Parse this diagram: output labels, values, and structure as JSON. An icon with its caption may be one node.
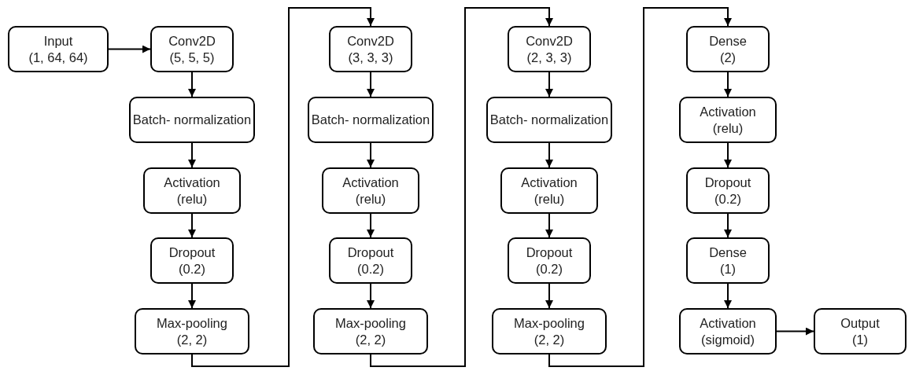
{
  "diagram": {
    "nodes": [
      {
        "text": [
          "Input",
          "(1, 64, 64)"
        ]
      },
      {
        "text": [
          "Conv2D",
          "(5, 5, 5)"
        ]
      },
      {
        "text": [
          "Batch- normalization"
        ]
      },
      {
        "text": [
          "Activation",
          "(relu)"
        ]
      },
      {
        "text": [
          "Dropout",
          "(0.2)"
        ]
      },
      {
        "text": [
          "Max-pooling",
          "(2, 2)"
        ]
      },
      {
        "text": [
          "Conv2D",
          "(3, 3, 3)"
        ]
      },
      {
        "text": [
          "Batch- normalization"
        ]
      },
      {
        "text": [
          "Activation",
          "(relu)"
        ]
      },
      {
        "text": [
          "Dropout",
          "(0.2)"
        ]
      },
      {
        "text": [
          "Max-pooling",
          "(2, 2)"
        ]
      },
      {
        "text": [
          "Conv2D",
          "(2, 3, 3)"
        ]
      },
      {
        "text": [
          "Batch- normalization"
        ]
      },
      {
        "text": [
          "Activation",
          "(relu)"
        ]
      },
      {
        "text": [
          "Dropout",
          "(0.2)"
        ]
      },
      {
        "text": [
          "Max-pooling",
          "(2, 2)"
        ]
      },
      {
        "text": [
          "Dense",
          "(2)"
        ]
      },
      {
        "text": [
          "Activation",
          "(relu)"
        ]
      },
      {
        "text": [
          "Dropout",
          "(0.2)"
        ]
      },
      {
        "text": [
          "Dense",
          "(1)"
        ]
      },
      {
        "text": [
          "Activation",
          "(sigmoid)"
        ]
      },
      {
        "text": [
          "Output",
          "(1)"
        ]
      }
    ],
    "edges": [
      {
        "from": 0,
        "to": 1,
        "arrow": "to"
      },
      {
        "from": 1,
        "to": 2,
        "arrow": "to"
      },
      {
        "from": 2,
        "to": 3,
        "arrow": "to"
      },
      {
        "from": 3,
        "to": 4,
        "arrow": "to"
      },
      {
        "from": 4,
        "to": 5,
        "arrow": "to"
      },
      {
        "from": 5,
        "to": 6,
        "arrow": "to"
      },
      {
        "from": 6,
        "to": 7,
        "arrow": "to"
      },
      {
        "from": 7,
        "to": 8,
        "arrow": "to"
      },
      {
        "from": 8,
        "to": 9,
        "arrow": "to"
      },
      {
        "from": 9,
        "to": 10,
        "arrow": "to"
      },
      {
        "from": 10,
        "to": 11,
        "arrow": "to"
      },
      {
        "from": 11,
        "to": 12,
        "arrow": "to"
      },
      {
        "from": 12,
        "to": 13,
        "arrow": "to"
      },
      {
        "from": 13,
        "to": 14,
        "arrow": "to"
      },
      {
        "from": 14,
        "to": 15,
        "arrow": "to"
      },
      {
        "from": 15,
        "to": 16,
        "arrow": "to"
      },
      {
        "from": 16,
        "to": 17,
        "arrow": "to"
      },
      {
        "from": 17,
        "to": 18,
        "arrow": "to"
      },
      {
        "from": 18,
        "to": 19,
        "arrow": "to"
      },
      {
        "from": 19,
        "to": 20,
        "arrow": "to"
      },
      {
        "from": 20,
        "to": 21,
        "arrow": "to"
      }
    ]
  }
}
